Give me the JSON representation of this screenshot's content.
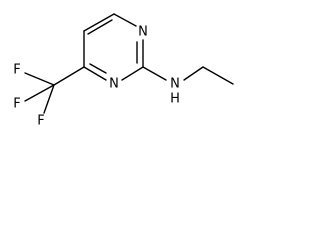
{
  "structure": {
    "atoms": {
      "ring_n_top": "N",
      "ring_n_bottom": "N",
      "amine_n": "N",
      "amine_h": "H",
      "fluorine_1": "F",
      "fluorine_2": "F",
      "fluorine_3": "F"
    }
  },
  "colors": {
    "bond": "#000000",
    "background": "#ffffff"
  }
}
